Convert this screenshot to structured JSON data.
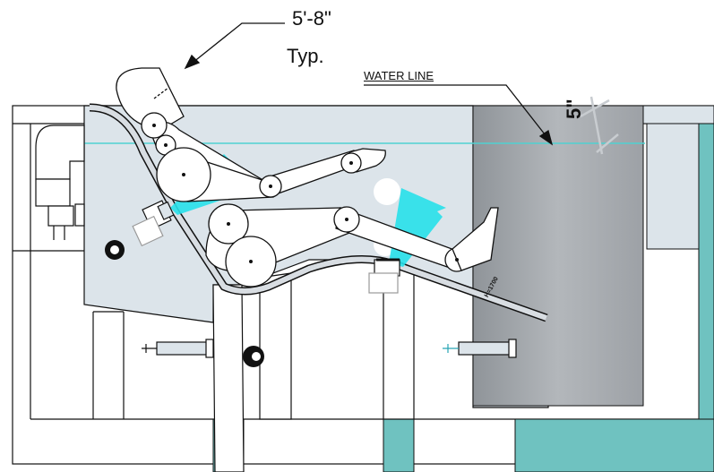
{
  "labels": {
    "dimension_main": "5'-8\"",
    "dimension_typ": "Typ.",
    "water_line": "WATER LINE",
    "depth_dimension": "5\"",
    "height_note": "H=1700"
  },
  "colors": {
    "pool_fill": "#dce4ea",
    "wall_gray": "#a2a6ab",
    "water_teal": "#6fc2c0",
    "jet_spray": "#27e0ea",
    "water_line": "#4fd1d1",
    "outline": "#111111"
  }
}
